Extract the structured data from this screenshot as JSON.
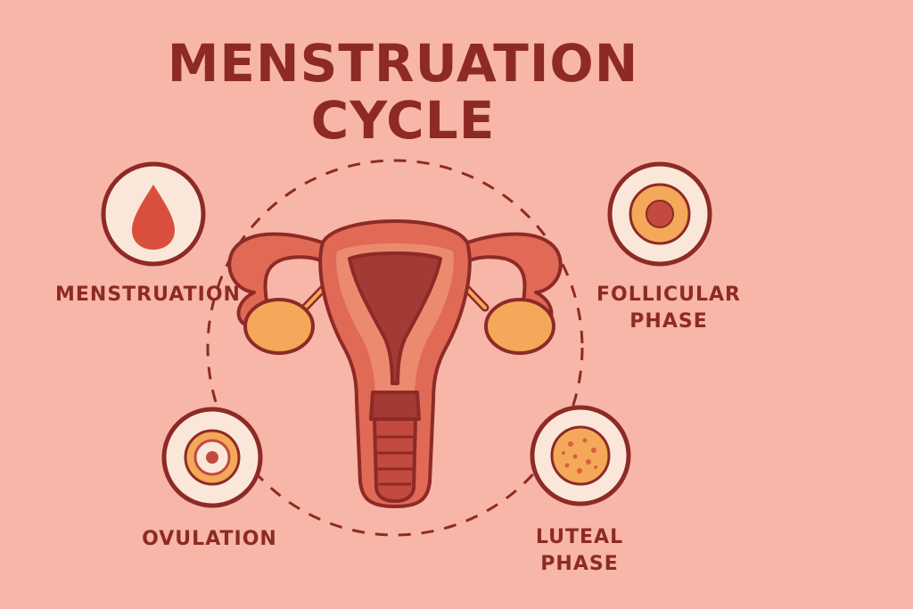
{
  "title": {
    "line1": "MENSTRUATION",
    "line2": "CYCLE"
  },
  "phases": [
    {
      "label": "MENSTRUATION",
      "icon": "blood-drop-icon"
    },
    {
      "label_line1": "FOLLICULAR",
      "label_line2": "PHASE",
      "icon": "follicle-icon"
    },
    {
      "label": "OVULATION",
      "icon": "ovum-icon"
    },
    {
      "label_line1": "LUTEAL",
      "label_line2": "PHASE",
      "icon": "corpus-luteum-icon"
    }
  ],
  "colors": {
    "background": "#f7b6a8",
    "primary_dark": "#8e2a26",
    "uterus_fill": "#e06a55",
    "uterus_inner": "#a33a33",
    "ovary": "#f4a85a",
    "icon_bg": "#fbe7da"
  }
}
